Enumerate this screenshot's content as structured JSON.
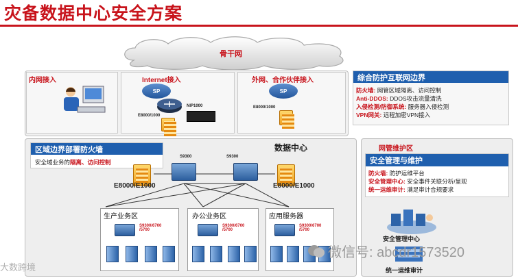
{
  "title": "灾备数据中心安全方案",
  "backbone": "骨干网",
  "panels": {
    "intranet": "内网接入",
    "internet": "Internet接入",
    "partner": "外网、合作伙伴接入"
  },
  "sp1": "SP",
  "sp2": "SP",
  "nip": "NIP1000",
  "e_small_1": "E8000/1000",
  "e_small_2": "E8000/1000",
  "border": {
    "title": "综合防护互联网边界",
    "items": [
      {
        "k": "防火墙:",
        "v": "网管区域隔离、访问控制"
      },
      {
        "k": "Anti-DDOS:",
        "v": "DDOS攻击流量清洗"
      },
      {
        "k": "入侵检测/防御系统:",
        "v": "服务器入侵检测"
      },
      {
        "k": "VPN网关:",
        "v": "远程加密VPN接入"
      }
    ]
  },
  "dc": {
    "title": "数据中心",
    "fw_box_title": "区域边界部署防火墙",
    "fw_box_text_pre": "安全域业务的",
    "fw_box_text_red": "隔离、访问控制",
    "s9300_left": "S9300",
    "s9300_right": "S9300",
    "e_left": "E8000/E1000",
    "e_right": "E8000/E1000",
    "zones": [
      {
        "name": "生产业务区",
        "sw": "S9300/6700\n/5700"
      },
      {
        "name": "办公业务区",
        "sw": "S9300/6700\n/5700"
      },
      {
        "name": "应用服务器",
        "sw": "S9300/6700\n/5700"
      }
    ]
  },
  "nms": {
    "title": "网管维护区",
    "bar": "安全管理与维护",
    "items": [
      {
        "k": "防火墙:",
        "v": "防护运维平台"
      },
      {
        "k": "安全管理中心:",
        "v": "安全事件关联分析/呈现"
      },
      {
        "k": "统一运维审计:",
        "v": "满足审计合规要求"
      }
    ],
    "label_center": "安全管理中心",
    "label_audit": "统一运维审计"
  },
  "watermark_left": "大数跨境",
  "watermark_right": "微信号: abcdr1573520",
  "colors": {
    "accent": "#c8141c",
    "blue": "#1f5fae"
  }
}
